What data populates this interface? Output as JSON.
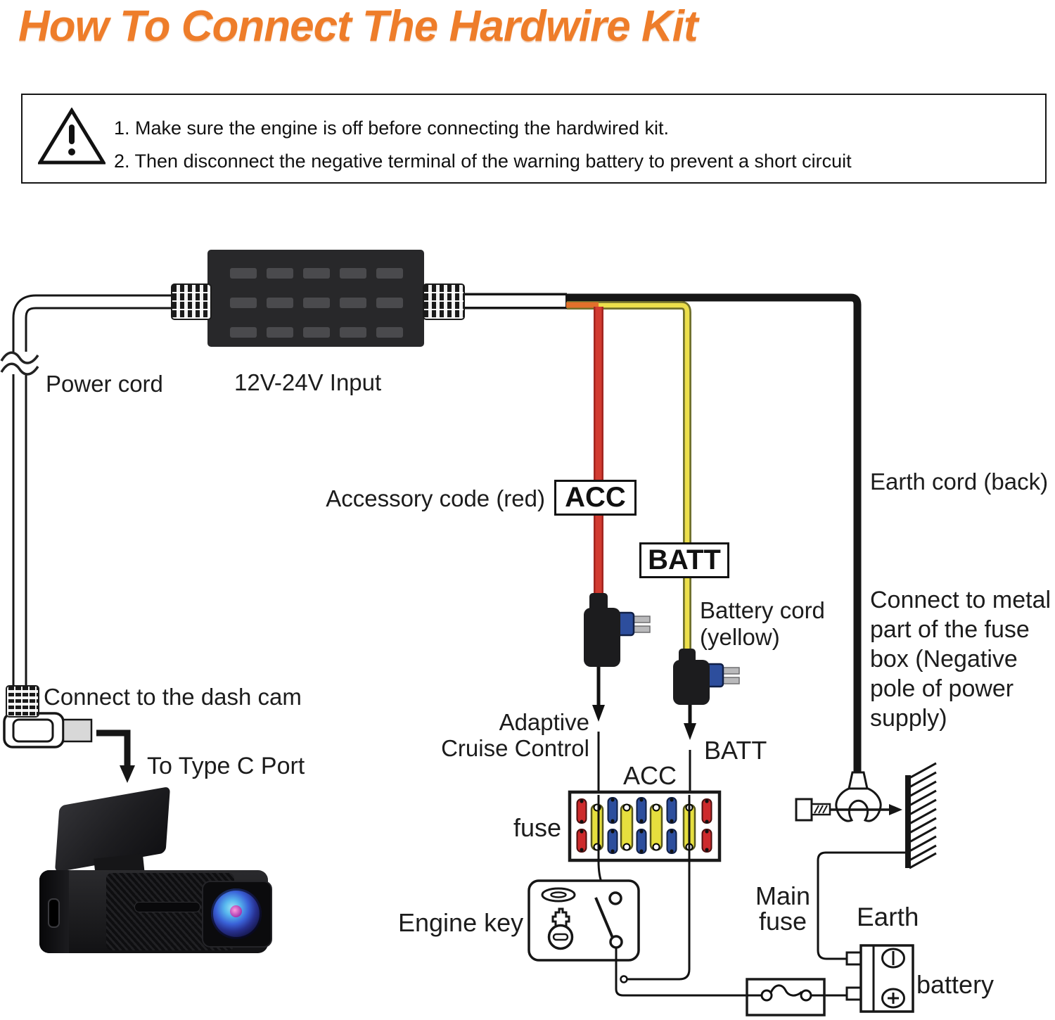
{
  "title": "How To Connect The Hardwire Kit",
  "warning": {
    "line1": "1. Make sure the engine is off before connecting the hardwired kit.",
    "line2": "2. Then disconnect the negative terminal of the warning battery to prevent a short circuit"
  },
  "device": {
    "input_label": "12V-24V Input"
  },
  "labels": {
    "power_cord": "Power cord",
    "accessory_code": "Accessory code (red)",
    "acc_tag": "ACC",
    "batt_tag": "BATT",
    "battery_cord": [
      "Battery cord",
      "(yellow)"
    ],
    "earth_cord": "Earth cord (back)",
    "connect_metal": [
      "Connect to metal",
      "part of the fuse",
      "box (Negative",
      "pole of power",
      "supply)"
    ],
    "connect_dash_cam": "Connect to the dash cam",
    "type_c_port": "To Type C Port",
    "adaptive_cruise": [
      "Adaptive",
      "Cruise Control"
    ],
    "acc": "ACC",
    "batt": "BATT",
    "fuse": "fuse",
    "engine_key": "Engine key",
    "main_fuse": [
      "Main",
      "fuse"
    ],
    "earth": "Earth",
    "battery": "battery"
  },
  "colors": {
    "title": "#EE7D2A",
    "acc_wire_red": "#D23B31",
    "batt_wire_yellow": "#ECDF4B",
    "earth_wire_black": "#161616",
    "fuse_red": "#CD2A2C",
    "fuse_yellow": "#E6DF3E",
    "fuse_blue": "#2D4E9D"
  }
}
